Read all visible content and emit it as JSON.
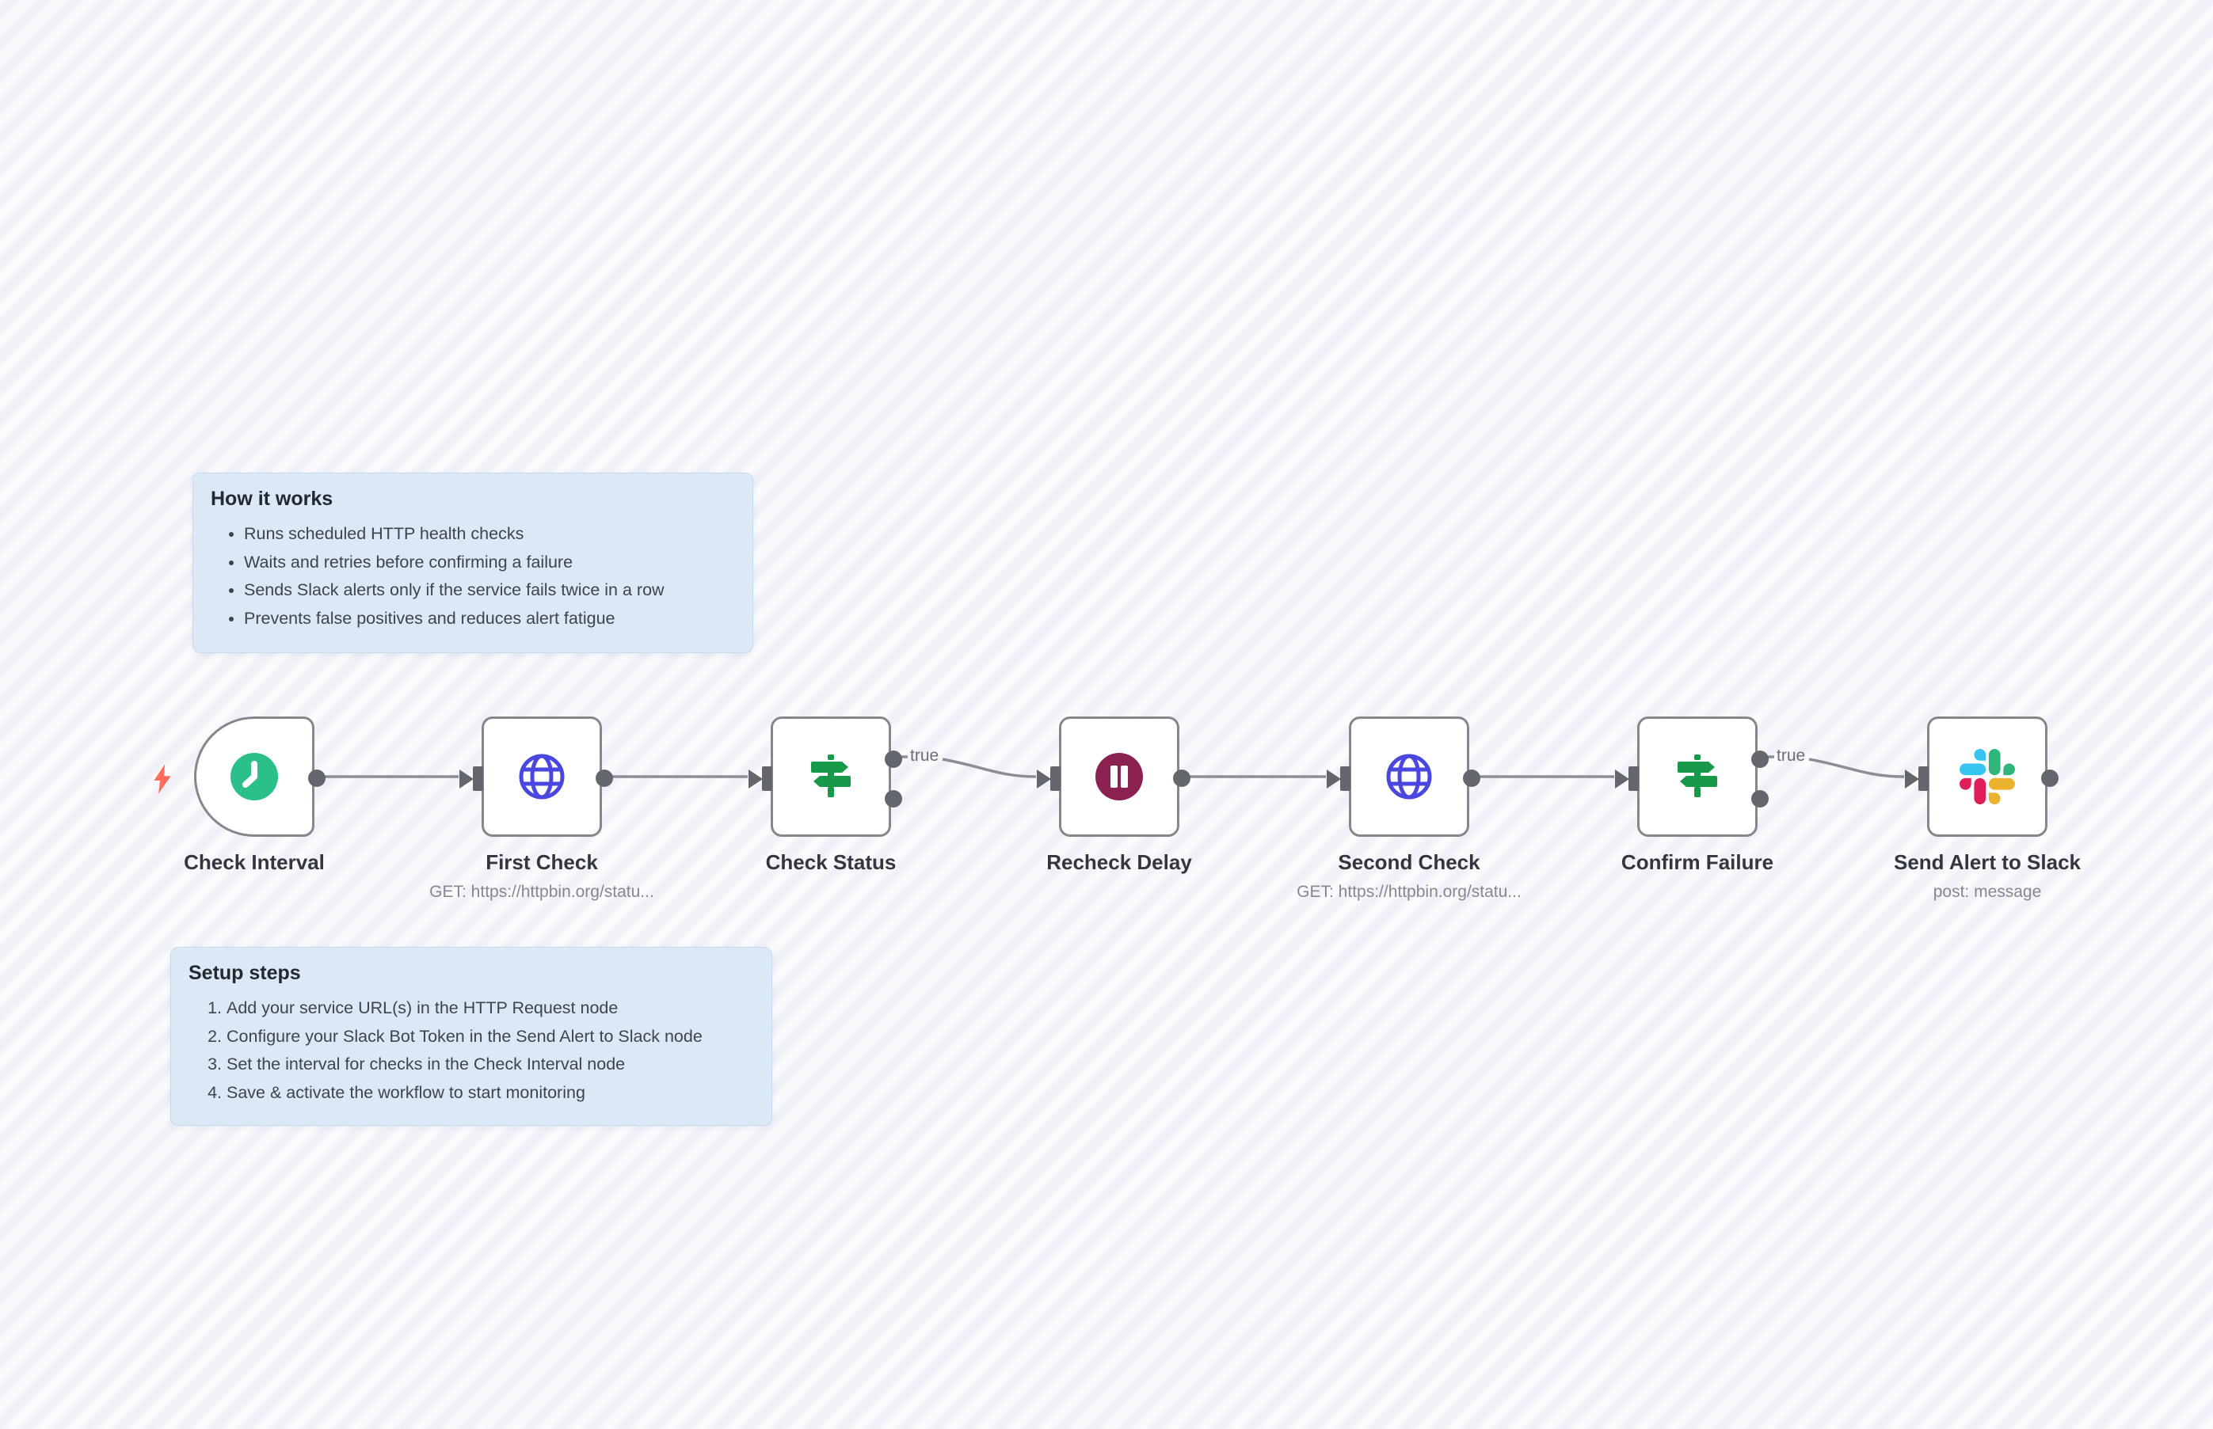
{
  "workflow": {
    "notes": [
      {
        "title": "How it works",
        "items": [
          "Runs scheduled HTTP health checks",
          "Waits and retries before confirming a failure",
          "Sends Slack alerts only if the service fails twice in a row",
          "Prevents false positives and reduces alert fatigue"
        ]
      },
      {
        "title": "Setup steps",
        "items": [
          "Add your service URL(s) in the HTTP Request node",
          "Configure your Slack Bot Token in the Send Alert to Slack node",
          "Set the interval for checks in the Check Interval node",
          "Save & activate the workflow to start monitoring"
        ]
      }
    ],
    "nodes": [
      {
        "label": "Check Interval",
        "icon": "clock-icon"
      },
      {
        "label": "First Check",
        "icon": "globe-icon",
        "sublabel": "GET: https://httpbin.org/statu..."
      },
      {
        "label": "Check Status",
        "icon": "signpost-icon"
      },
      {
        "label": "Recheck Delay",
        "icon": "pause-icon"
      },
      {
        "label": "Second Check",
        "icon": "globe-icon",
        "sublabel": "GET: https://httpbin.org/statu..."
      },
      {
        "label": "Confirm Failure",
        "icon": "signpost-icon"
      },
      {
        "label": "Send Alert to Slack",
        "icon": "slack-icon",
        "sublabel": "post: message"
      }
    ],
    "connections": [
      {
        "from": "Check Interval",
        "to": "First Check",
        "label": ""
      },
      {
        "from": "First Check",
        "to": "Check Status",
        "label": ""
      },
      {
        "from": "Check Status",
        "to": "Recheck Delay",
        "label": "true"
      },
      {
        "from": "Recheck Delay",
        "to": "Second Check",
        "label": ""
      },
      {
        "from": "Second Check",
        "to": "Confirm Failure",
        "label": ""
      },
      {
        "from": "Confirm Failure",
        "to": "Send Alert to Slack",
        "label": "true"
      }
    ],
    "colors": {
      "schedule_green": "#2bbf8a",
      "http_indigo": "#4a46e0",
      "if_green": "#17994a",
      "wait_maroon": "#8b2150",
      "trigger_bolt_coral": "#ff6d5a",
      "note_background": "#dbe8f6",
      "connector_gray": "#63666c",
      "slack_blue": "#36C5F0",
      "slack_green": "#2EB67D",
      "slack_yellow": "#ECB22E",
      "slack_red": "#E01E5A"
    }
  }
}
